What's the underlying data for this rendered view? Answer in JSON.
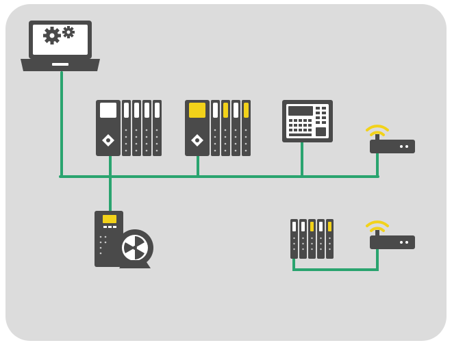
{
  "colors": {
    "background": "#dcdcdc",
    "frame": "#ffffff",
    "device": "#4a4a4a",
    "device_dark": "#3b3b3b",
    "screen": "#ffffff",
    "accent_yellow": "#f2d21a",
    "network_green": "#2aa46f",
    "slot_dot": "#c9c9c9"
  },
  "diagram": {
    "nodes": [
      {
        "id": "engineering-laptop",
        "icon": "laptop-gears-icon"
      },
      {
        "id": "plc-standard",
        "icon": "modular-plc-icon"
      },
      {
        "id": "plc-safety",
        "icon": "safety-plc-icon"
      },
      {
        "id": "hmi-panel",
        "icon": "hmi-keypad-icon"
      },
      {
        "id": "wireless-router-top",
        "icon": "wifi-router-icon"
      },
      {
        "id": "drive-motor",
        "icon": "drive-motor-icon"
      },
      {
        "id": "remote-io",
        "icon": "remote-io-icon"
      },
      {
        "id": "wireless-router-bottom",
        "icon": "wifi-router-icon"
      }
    ],
    "links": [
      {
        "from": "engineering-laptop",
        "to": "network-bus"
      },
      {
        "from": "plc-standard",
        "to": "network-bus"
      },
      {
        "from": "plc-safety",
        "to": "network-bus"
      },
      {
        "from": "hmi-panel",
        "to": "network-bus"
      },
      {
        "from": "wireless-router-top",
        "to": "network-bus"
      },
      {
        "from": "plc-standard",
        "to": "drive-motor"
      },
      {
        "from": "remote-io",
        "to": "wireless-router-bottom"
      }
    ]
  }
}
